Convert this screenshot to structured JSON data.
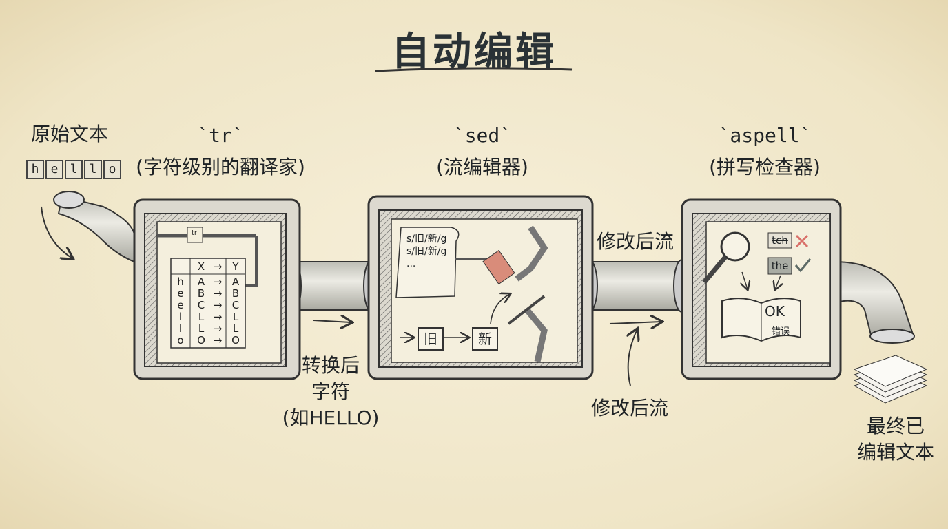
{
  "title": "自动编辑",
  "input": {
    "label": "原始文本",
    "letters": [
      "h",
      "e",
      "l",
      "l",
      "o"
    ]
  },
  "stages": [
    {
      "command": "`tr`",
      "description": "(字符级别的翻译家)"
    },
    {
      "command": "`sed`",
      "description": "(流编辑器)"
    },
    {
      "command": "`aspell`",
      "description": "(拼写检查器)"
    }
  ],
  "tr_table": {
    "header": [
      "",
      "X",
      "→",
      "Y"
    ],
    "rows": [
      [
        "h",
        "A",
        "→",
        "A"
      ],
      [
        "e",
        "B",
        "→",
        "B"
      ],
      [
        "e",
        "C",
        "→",
        "C"
      ],
      [
        "l",
        "L",
        "→",
        "L"
      ],
      [
        "l",
        "L",
        "→",
        "L"
      ],
      [
        "o",
        "O",
        "→",
        "O"
      ]
    ],
    "slider_label": "tr"
  },
  "sed_box": {
    "script_lines": [
      "s/旧/新/g",
      "s/旧/新/g",
      "..."
    ],
    "old_block": "旧",
    "new_block": "新"
  },
  "aspell_box": {
    "wrong_word": "tch",
    "right_word": "the",
    "book_ok": "OK",
    "book_error": "错误"
  },
  "flow_labels": {
    "after_tr": [
      "转换后",
      "字符",
      "(如HELLO)"
    ],
    "after_sed_top": "修改后流",
    "after_sed_bottom": "修改后流",
    "output": [
      "最终已",
      "编辑文本"
    ]
  },
  "colors": {
    "ink": "#2a3236",
    "paper": "#f3ecd6",
    "box": "#dedbd0",
    "eraser": "#d98c7a",
    "cross": "#d9706a",
    "check": "#5d6a66"
  }
}
